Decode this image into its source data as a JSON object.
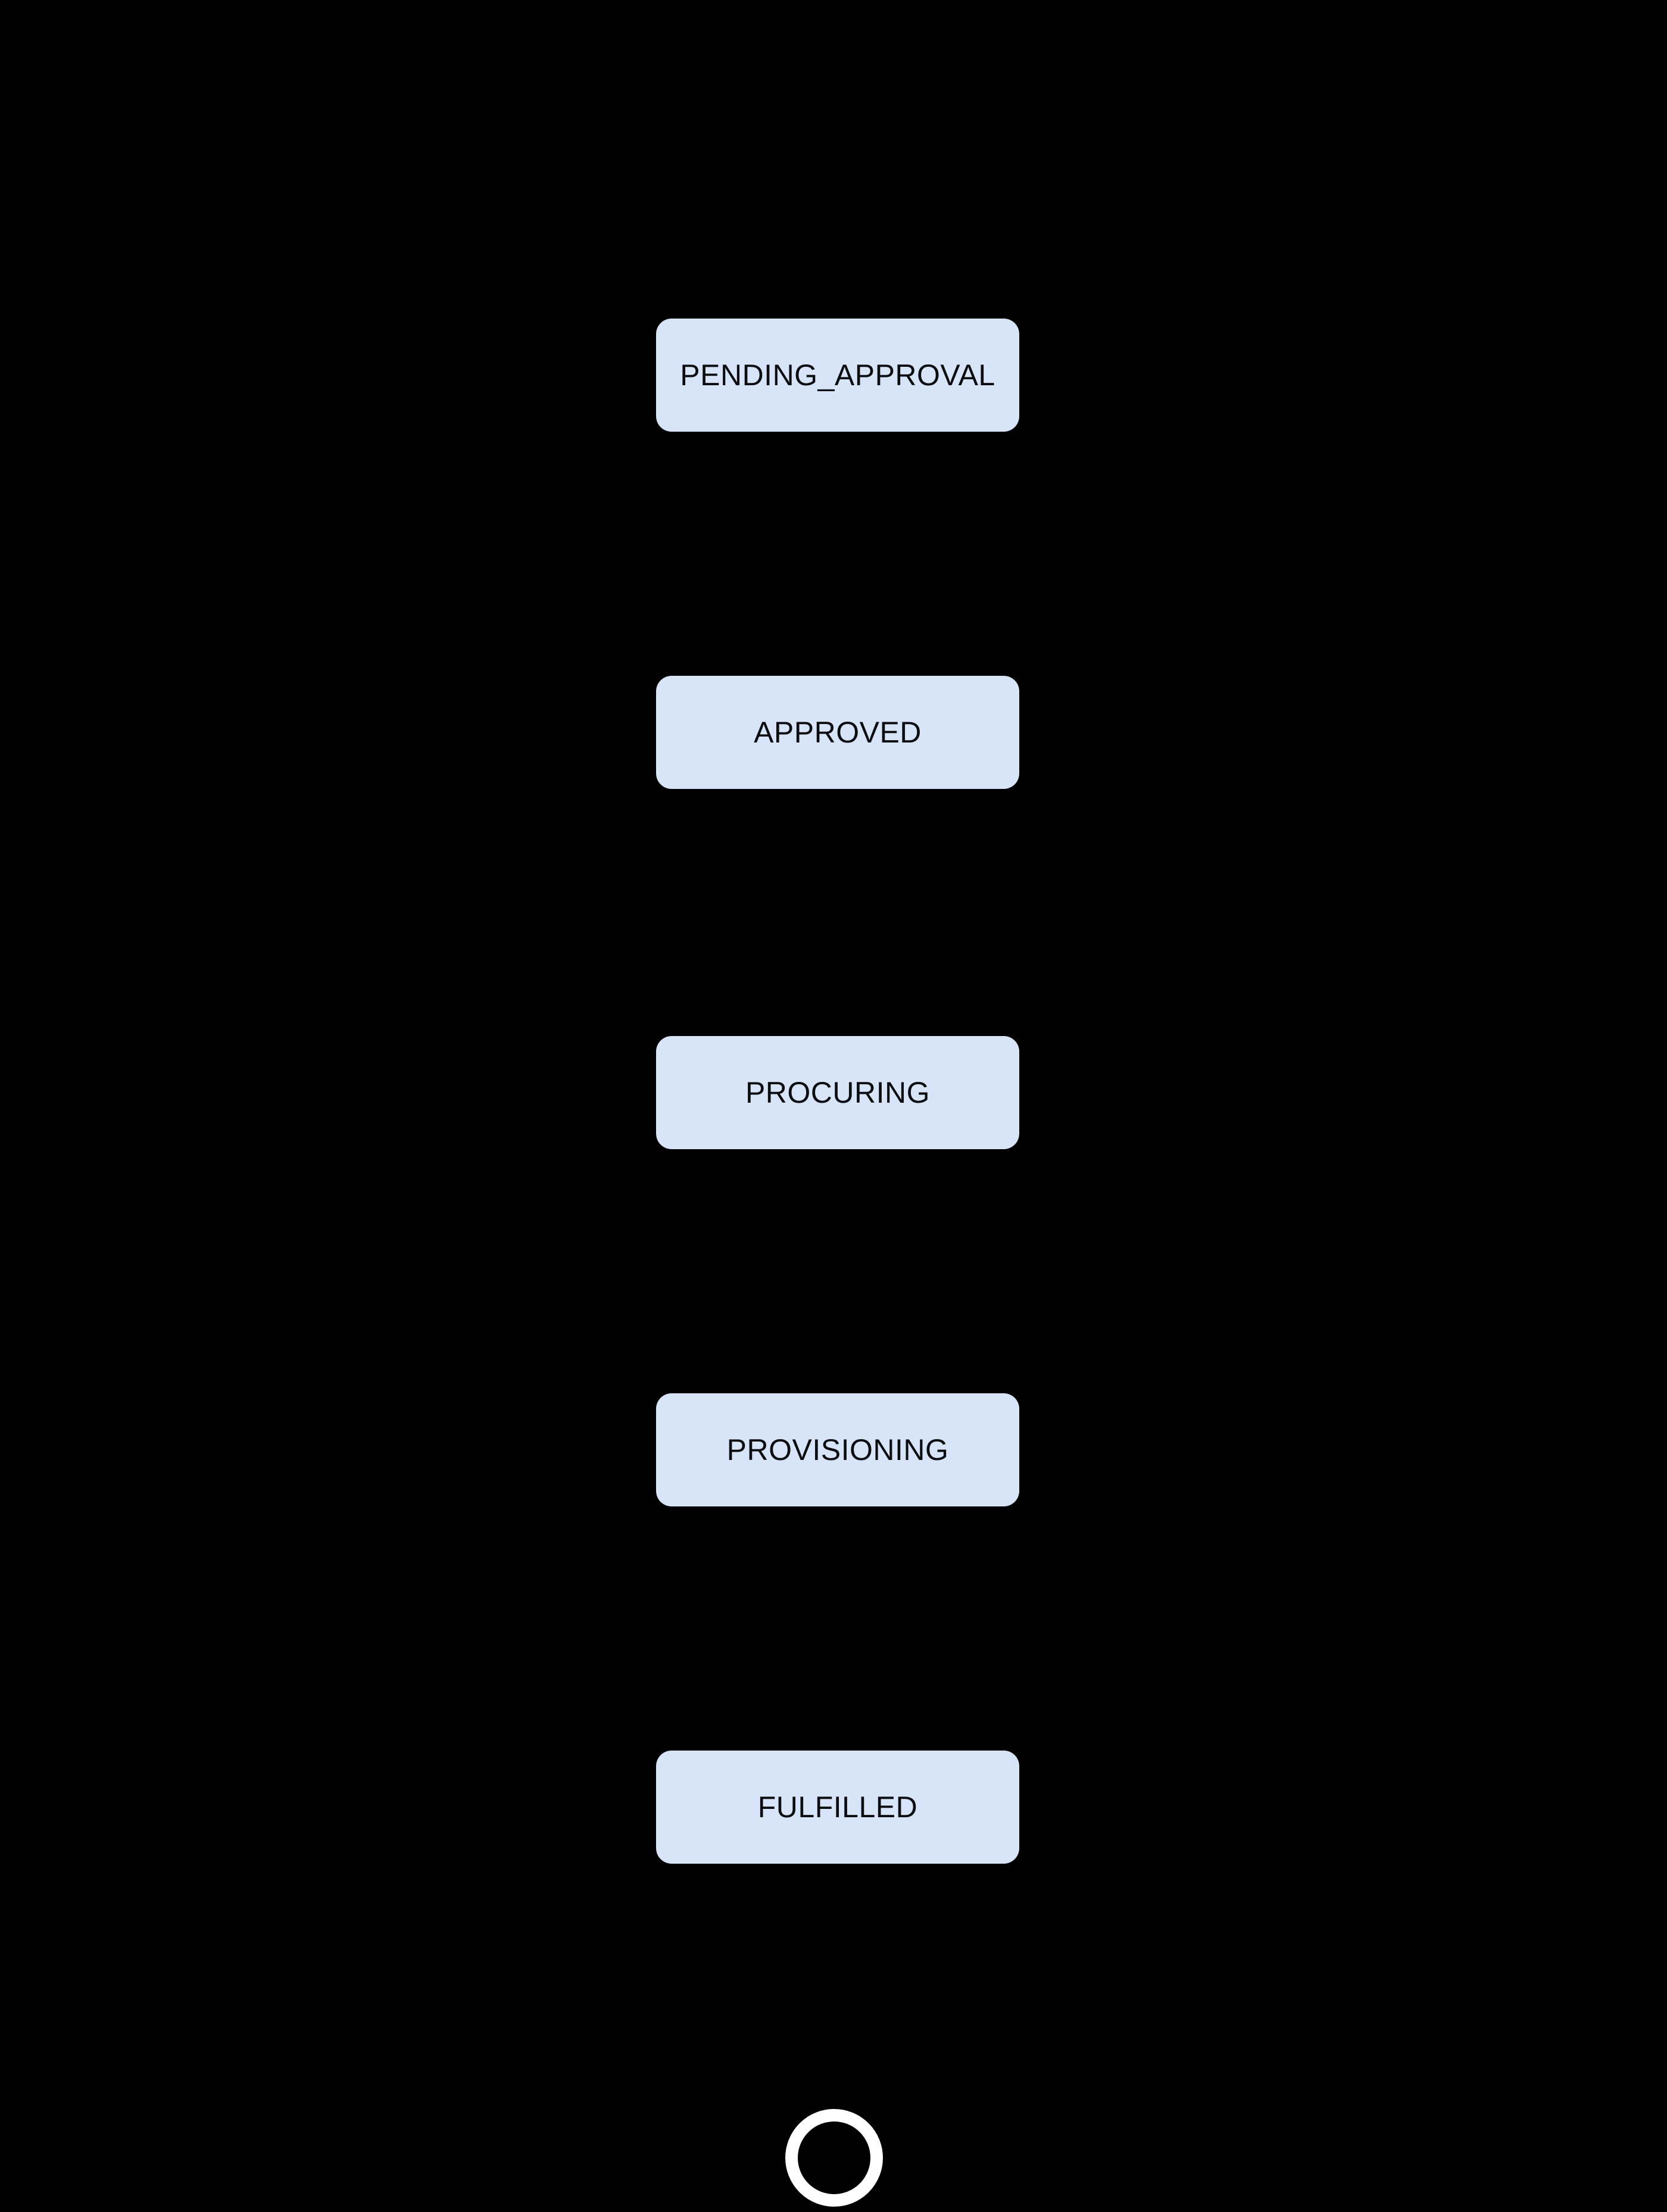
{
  "diagram": {
    "type": "state-diagram",
    "orientation": "vertical",
    "background_color": "#000000",
    "node_fill_color": "#d8e4f8",
    "node_text_color": "#0c0d10",
    "final_ring_color": "#ffffff",
    "states": [
      {
        "label": "PENDING_APPROVAL"
      },
      {
        "label": "APPROVED"
      },
      {
        "label": "PROCURING"
      },
      {
        "label": "PROVISIONING"
      },
      {
        "label": "FULFILLED"
      }
    ],
    "final_state_marker": "ring"
  }
}
